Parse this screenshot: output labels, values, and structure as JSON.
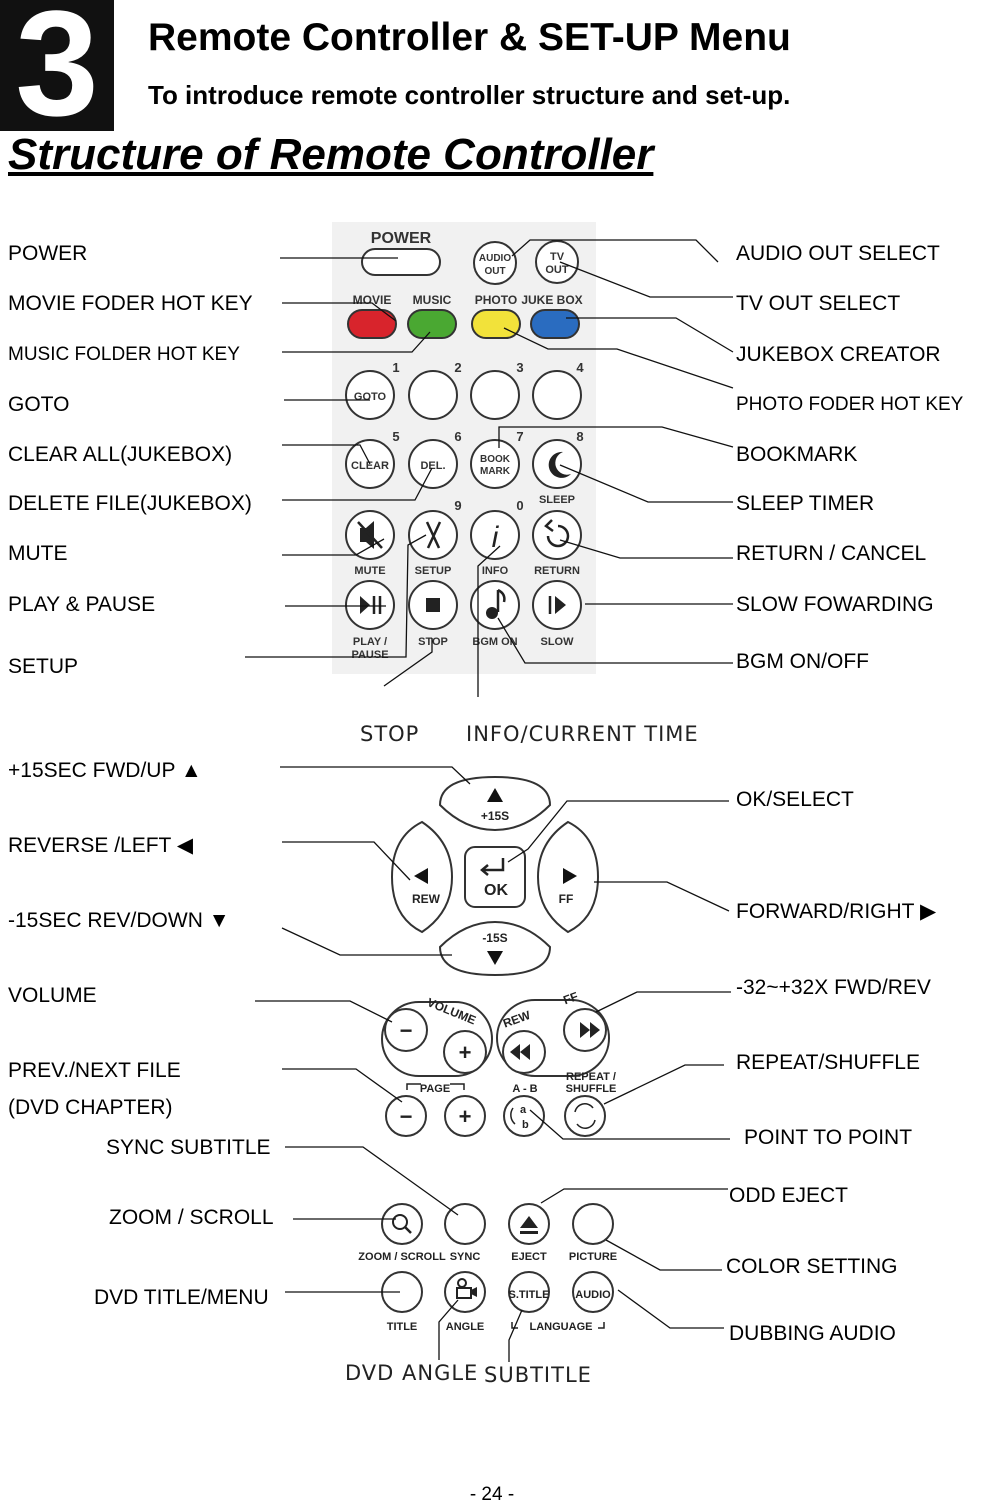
{
  "chapter": {
    "number": "3",
    "title": "Remote Controller & SET-UP Menu",
    "subtitle": "To introduce remote controller structure and set-up."
  },
  "section_title": "Structure of Remote Controller",
  "labels_left": [
    {
      "name": "label-power",
      "text": "POWER"
    },
    {
      "name": "label-movie-folder",
      "text": "MOVIE FODER HOT KEY"
    },
    {
      "name": "label-music-folder",
      "text": "MUSIC FOLDER HOT KEY"
    },
    {
      "name": "label-goto",
      "text": "GOTO"
    },
    {
      "name": "label-clear-all",
      "text": "CLEAR ALL(JUKEBOX)"
    },
    {
      "name": "label-delete-file",
      "text": "DELETE FILE(JUKEBOX)"
    },
    {
      "name": "label-mute",
      "text": "MUTE"
    },
    {
      "name": "label-play-pause",
      "text": "PLAY & PAUSE"
    },
    {
      "name": "label-setup",
      "text": "SETUP"
    },
    {
      "name": "label-fwd-up",
      "text": "+15SEC FWD/UP ▲"
    },
    {
      "name": "label-reverse-left",
      "text": "REVERSE /LEFT  ◀"
    },
    {
      "name": "label-rev-down",
      "text": "-15SEC REV/DOWN ▼"
    },
    {
      "name": "label-volume",
      "text": "VOLUME"
    },
    {
      "name": "label-prev-next",
      "text": "PREV./NEXT FILE"
    },
    {
      "name": "label-dvd-chapter",
      "text": "(DVD CHAPTER)"
    },
    {
      "name": "label-sync-subtitle",
      "text": "SYNC SUBTITLE"
    },
    {
      "name": "label-zoom-scroll",
      "text": "ZOOM / SCROLL"
    },
    {
      "name": "label-dvd-title-menu",
      "text": "DVD TITLE/MENU"
    }
  ],
  "labels_right": [
    {
      "name": "label-audio-out",
      "text": "AUDIO OUT SELECT"
    },
    {
      "name": "label-tv-out",
      "text": "TV OUT SELECT"
    },
    {
      "name": "label-jukebox-creator",
      "text": "JUKEBOX CREATOR"
    },
    {
      "name": "label-photo-folder",
      "text": "PHOTO FODER HOT KEY"
    },
    {
      "name": "label-bookmark",
      "text": "BOOKMARK"
    },
    {
      "name": "label-sleep-timer",
      "text": "SLEEP TIMER"
    },
    {
      "name": "label-return-cancel",
      "text": "RETURN / CANCEL"
    },
    {
      "name": "label-slow-forwarding",
      "text": "SLOW FOWARDING"
    },
    {
      "name": "label-bgm-onoff",
      "text": "BGM ON/OFF"
    },
    {
      "name": "label-ok-select",
      "text": "OK/SELECT"
    },
    {
      "name": "label-forward-right",
      "text": "FORWARD/RIGHT  ▶"
    },
    {
      "name": "label-fwd-rev-speed",
      "text": "-32~+32X FWD/REV"
    },
    {
      "name": "label-repeat-shuffle",
      "text": "REPEAT/SHUFFLE"
    },
    {
      "name": "label-point-to-point",
      "text": "POINT TO POINT"
    },
    {
      "name": "label-odd-eject",
      "text": "ODD EJECT"
    },
    {
      "name": "label-color-setting",
      "text": "COLOR SETTING"
    },
    {
      "name": "label-dubbing-audio",
      "text": "DUBBING AUDIO"
    }
  ],
  "callouts": {
    "stop": "STOP",
    "info": "INFO/CURRENT TIME",
    "dvd_angle": "DVD ANGLE",
    "subtitle": "SUBTITLE"
  },
  "remote_keys": {
    "power": "POWER",
    "audio_out": [
      "AUDIO",
      "OUT"
    ],
    "tv_out": [
      "TV",
      "OUT"
    ],
    "movie": "MOVIE",
    "music": "MUSIC",
    "photo": "PHOTO",
    "jukebox": "JUKE BOX",
    "num1": "1",
    "num2": "2",
    "num3": "3",
    "num4": "4",
    "goto": "GOTO",
    "num5": "5",
    "num6": "6",
    "num7": "7",
    "num8": "8",
    "clear": "CLEAR",
    "del": "DEL.",
    "bookmark": [
      "BOOK",
      "MARK"
    ],
    "sleep": "SLEEP",
    "num9": "9",
    "num0": "0",
    "mute": "MUTE",
    "setup": "SETUP",
    "info": "INFO",
    "return": "RETURN",
    "play_pause": [
      "PLAY /",
      "PAUSE"
    ],
    "stop": "STOP",
    "bgm_on": "BGM ON",
    "slow": "SLOW",
    "up": "+15S",
    "rew": "REW",
    "ok": "OK",
    "ff": "FF",
    "down": "-15S",
    "volume": "VOLUME",
    "rew2": "REW",
    "ff2": "FF",
    "page": "PAGE",
    "ab": "A - B",
    "repeat_shuffle": [
      "REPEAT /",
      "SHUFFLE"
    ],
    "zoom_scroll": "ZOOM / SCROLL",
    "sync": "SYNC",
    "eject": "EJECT",
    "picture": "PICTURE",
    "title": "TITLE",
    "angle": "ANGLE",
    "stitle": "S.TITLE",
    "audio": "AUDIO",
    "language": "LANGUAGE"
  },
  "colors": {
    "red": "#d8242c",
    "green": "#4aa832",
    "yellow": "#f2e23a",
    "blue": "#2a6cc0"
  },
  "page_number": "- 24 -"
}
